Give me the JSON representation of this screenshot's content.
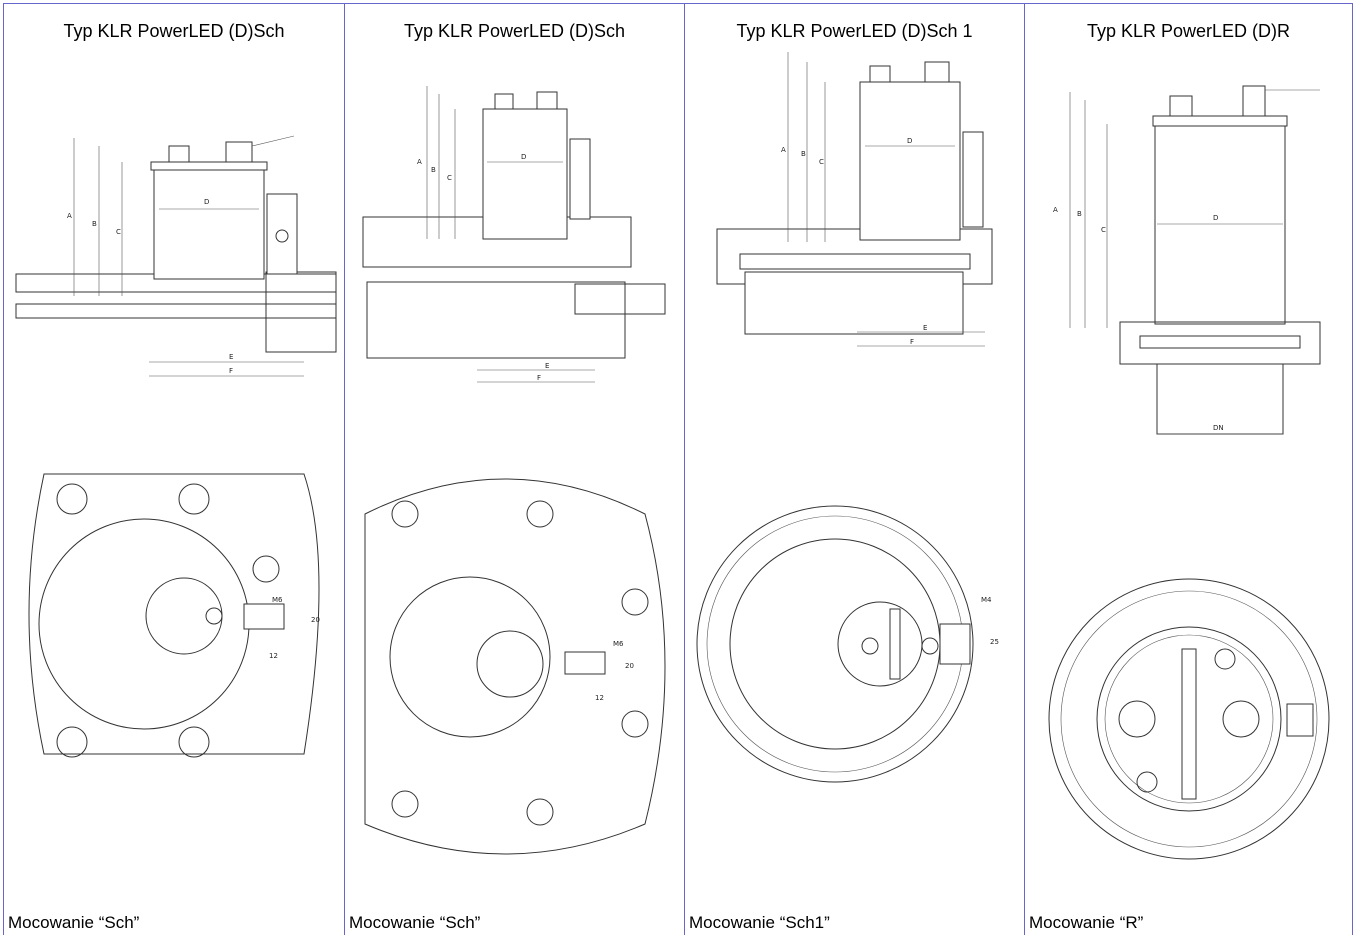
{
  "columns": [
    {
      "title": "Typ KLR PowerLED (D)Sch",
      "caption": "Mocowanie “Sch”"
    },
    {
      "title": "Typ KLR PowerLED (D)Sch",
      "caption": "Mocowanie “Sch”"
    },
    {
      "title": "Typ KLR PowerLED (D)Sch 1",
      "caption": "Mocowanie “Sch1”"
    },
    {
      "title": "Typ KLR PowerLED (D)R",
      "caption": "Mocowanie “R”"
    }
  ],
  "drawing_labels": {
    "a": "A",
    "b": "B",
    "c": "C",
    "d": "D",
    "e": "E",
    "f": "F",
    "dn": "DN",
    "m6": "M6",
    "m4": "M4",
    "d20": "20",
    "d25": "25",
    "d12": "12"
  },
  "colors": {
    "grid_border": "#6666cc",
    "drawing_line": "#333333",
    "hatch": "#777777"
  }
}
